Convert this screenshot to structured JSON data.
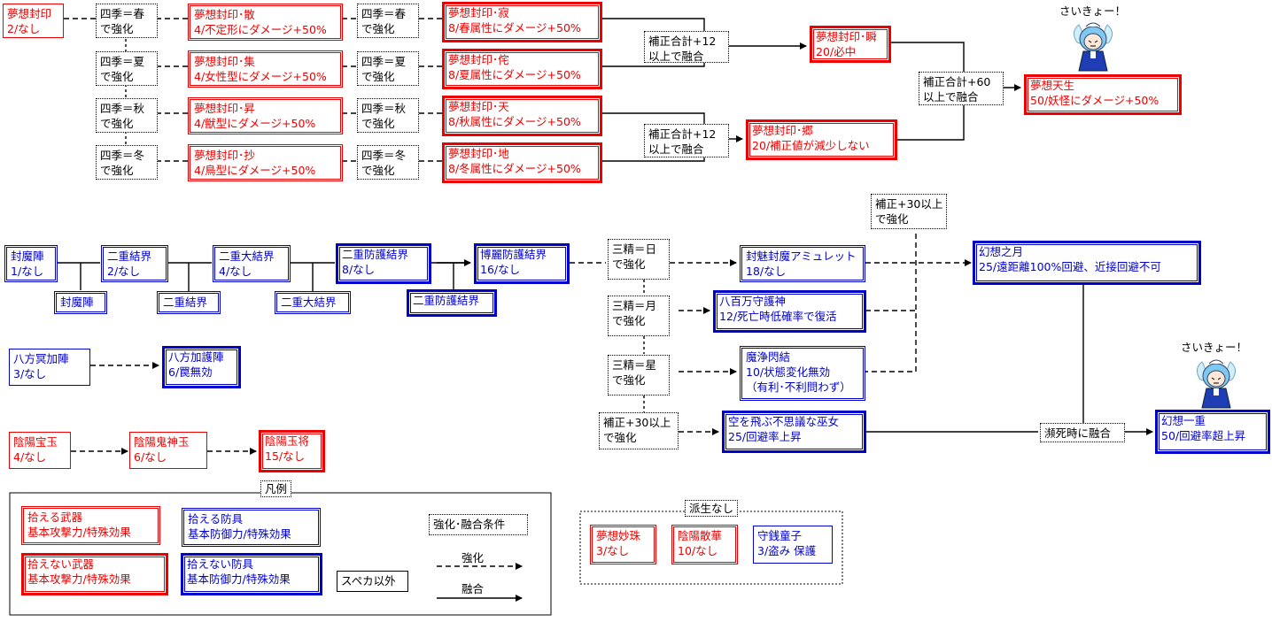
{
  "colors": {
    "weapon": "#e00000",
    "armor": "#0000cc",
    "line": "#000000"
  },
  "nodes": {
    "musou": [
      "夢想封印",
      "2/なし"
    ],
    "san": [
      "夢想封印･散",
      "4/不定形にダメージ+50%"
    ],
    "shuu": [
      "夢想封印･集",
      "4/女性型にダメージ+50%"
    ],
    "shou": [
      "夢想封印･昇",
      "4/獣型にダメージ+50%"
    ],
    "shou2": [
      "夢想封印･抄",
      "4/鳥型にダメージ+50%"
    ],
    "jaku": [
      "夢想封印･寂",
      "8/春属性にダメージ+50%"
    ],
    "ta": [
      "夢想封印･侘",
      "8/夏属性にダメージ+50%"
    ],
    "ten": [
      "夢想封印･天",
      "8/秋属性にダメージ+50%"
    ],
    "chi": [
      "夢想封印･地",
      "8/冬属性にダメージ+50%"
    ],
    "shun": [
      "夢想封印･瞬",
      "20/必中"
    ],
    "kyou": [
      "夢想封印･郷",
      "20/補正値が減少しない"
    ],
    "tensei": [
      "夢想天生",
      "50/妖怪にダメージ+50%"
    ],
    "fuumajin": [
      "封魔陣",
      "1/なし"
    ],
    "nijuu": [
      "二重結界",
      "2/なし"
    ],
    "nijuudai": [
      "二重大結界",
      "4/なし"
    ],
    "nijuubougo": [
      "二重防護結界",
      "8/なし"
    ],
    "hakurei": [
      "博麗防護結界",
      "16/なし"
    ],
    "fuumajin_s": [
      "封魔陣"
    ],
    "nijuu_s": [
      "二重結界"
    ],
    "nijuudai_s": [
      "二重大結界"
    ],
    "nijuubougo_s": [
      "二重防護結界"
    ],
    "amulet": [
      "封魅封魔アミュレット",
      "18/なし"
    ],
    "happyaku": [
      "八百万守護神",
      "12/死亡時低確率で復活"
    ],
    "majou": [
      "魔浄閃結",
      "10/状態変化無効",
      "（有利･不利問わず）"
    ],
    "sora": [
      "空を飛ぶ不思議な巫女",
      "25/回避率上昇"
    ],
    "gensou": [
      "幻想之月",
      "25/遠距離100%回避、近接回避不可"
    ],
    "ichijuu": [
      "幻想一重",
      "50/回避率超上昇"
    ],
    "happoumei": [
      "八方冥加陣",
      "3/なし"
    ],
    "happouka": [
      "八方加護陣",
      "6/罠無効"
    ],
    "houju": [
      "陰陽宝玉",
      "4/なし"
    ],
    "kishin": [
      "陰陽鬼神玉",
      "6/なし"
    ],
    "shou3": [
      "陰陽玉将",
      "15/なし"
    ],
    "myouju": [
      "夢想妙珠",
      "3/なし"
    ],
    "sanka": [
      "陰陽散華",
      "10/なし"
    ],
    "douji": [
      "守銭童子",
      "3/盗み 保護"
    ]
  },
  "conditions": {
    "spring1": [
      "四季＝春",
      "で強化"
    ],
    "summer1": [
      "四季＝夏",
      "で強化"
    ],
    "autumn1": [
      "四季＝秋",
      "で強化"
    ],
    "winter1": [
      "四季＝冬",
      "で強化"
    ],
    "spring2": [
      "四季＝春",
      "で強化"
    ],
    "summer2": [
      "四季＝夏",
      "で強化"
    ],
    "autumn2": [
      "四季＝秋",
      "で強化"
    ],
    "winter2": [
      "四季＝冬",
      "で強化"
    ],
    "fuse12a": [
      "補正合計+12",
      "以上で融合"
    ],
    "fuse12b": [
      "補正合計+12",
      "以上で融合"
    ],
    "fuse60": [
      "補正合計+60",
      "以上で融合"
    ],
    "plus30a": [
      "補正+30以上",
      "で強化"
    ],
    "sun": [
      "三精＝日",
      "で強化"
    ],
    "moon": [
      "三精＝月",
      "で強化"
    ],
    "star": [
      "三精＝星",
      "で強化"
    ],
    "plus30b": [
      "補正+30以上",
      "で強化"
    ],
    "dying": [
      "瀕死時に融合"
    ]
  },
  "speech": {
    "top": "さいきょー！",
    "bottom": "さいきょー！"
  },
  "legend": {
    "title": "凡例",
    "weapon_pick": [
      "拾える武器",
      "基本攻撃力/特殊効果"
    ],
    "weapon_nopick": [
      "拾えない武器",
      "基本攻撃力/特殊効果"
    ],
    "armor_pick": [
      "拾える防具",
      "基本防御力/特殊効果"
    ],
    "armor_nopick": [
      "拾えない防具",
      "基本防御力/特殊効果"
    ],
    "cond": "強化･融合条件",
    "upgrade": "強化",
    "fuse": "融合",
    "not_spell": "スペカ以外"
  },
  "no_derive": {
    "title": "派生なし"
  }
}
